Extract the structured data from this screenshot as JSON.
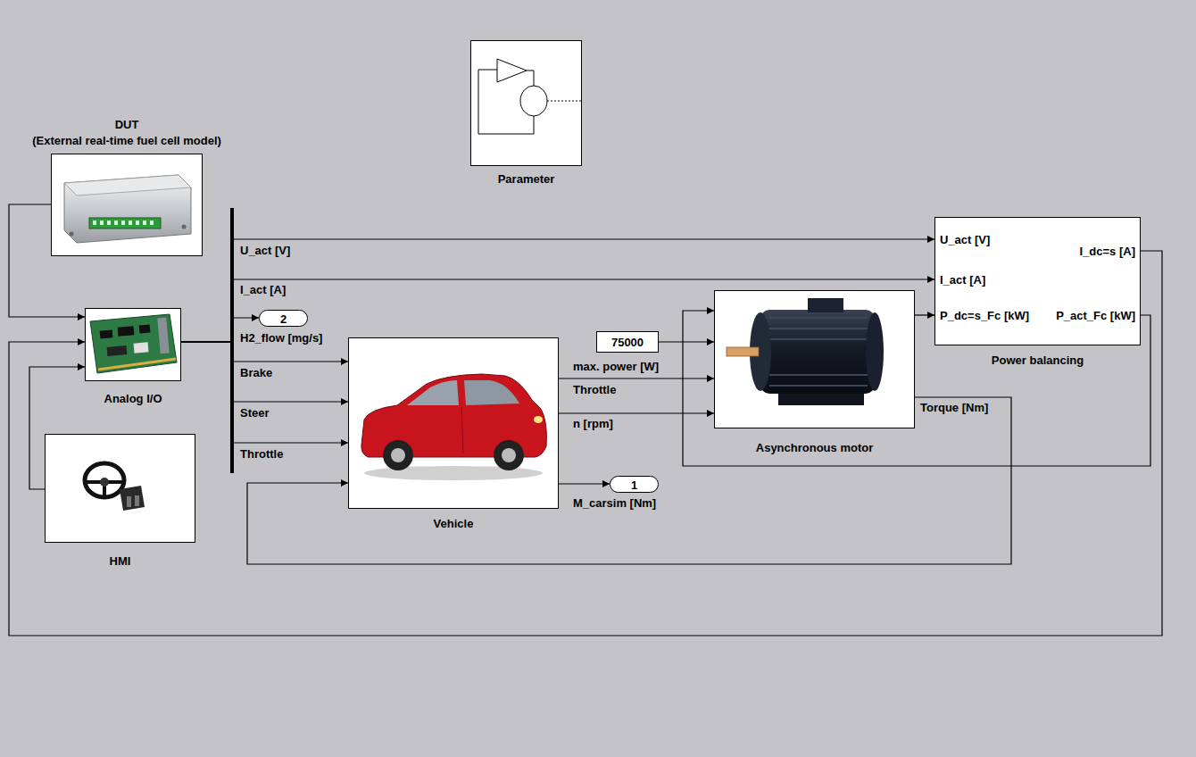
{
  "diagram": {
    "nodes": [
      {
        "text": [
          "DUT",
          "(External real-time fuel cell model)"
        ]
      },
      {
        "text": [
          "Parameter"
        ]
      },
      {
        "text": [
          "Analog I/O"
        ]
      },
      {
        "text": [
          "HMI"
        ]
      },
      {
        "text": [
          "2"
        ]
      },
      {
        "text": [
          "Vehicle"
        ]
      },
      {
        "text": [
          "75000"
        ]
      },
      {
        "text": [
          "1"
        ]
      },
      {
        "text": [
          "Asynchronous motor"
        ]
      },
      {
        "text": [
          "U_act [V]",
          "I_act [A]",
          "P_dc=s_Fc [kW]",
          "I_dc=s [A]",
          "P_act_Fc [kW]",
          "Power balancing"
        ]
      }
    ],
    "edges": [
      {
        "from": 0,
        "to": 2,
        "arrow": "to"
      },
      {
        "from": 3,
        "to": 2,
        "arrow": "to"
      },
      {
        "from": 9,
        "to": 2,
        "arrow": "to"
      },
      {
        "from": 2,
        "to": 9,
        "label": "U_act [V]",
        "arrow": "to"
      },
      {
        "from": 2,
        "to": 9,
        "label": "I_act [A]",
        "arrow": "to"
      },
      {
        "from": 2,
        "to": 4,
        "label": "H2_flow [mg/s]",
        "arrow": "to"
      },
      {
        "from": 2,
        "to": 5,
        "label": "Brake",
        "arrow": "to"
      },
      {
        "from": 2,
        "to": 5,
        "label": "Steer",
        "arrow": "to"
      },
      {
        "from": 2,
        "to": 5,
        "label": "Throttle",
        "arrow": "to"
      },
      {
        "from": 6,
        "to": 8,
        "label": "max. power [W]",
        "arrow": "to"
      },
      {
        "from": 5,
        "to": 8,
        "label": "Throttle",
        "arrow": "to"
      },
      {
        "from": 5,
        "to": 8,
        "label": "n [rpm]",
        "arrow": "to"
      },
      {
        "from": 5,
        "to": 7,
        "label": "M_carsim [Nm]",
        "arrow": "to"
      },
      {
        "from": 8,
        "to": 9,
        "arrow": "to"
      },
      {
        "from": 9,
        "to": 8,
        "arrow": "to"
      },
      {
        "from": 8,
        "to": 5,
        "label": "Torque [Nm]",
        "arrow": "to"
      }
    ]
  }
}
